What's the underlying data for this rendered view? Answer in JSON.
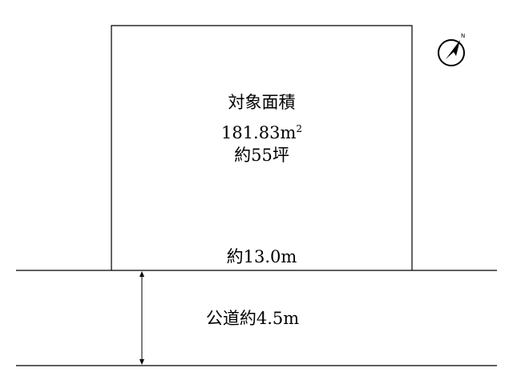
{
  "lot": {
    "title": "対象面積",
    "area_value": "181.83",
    "area_unit": "m",
    "area_unit_sup": "2",
    "tsubo": "約55坪"
  },
  "frontage": {
    "label": "約13.0m"
  },
  "road": {
    "label": "公道約4.5m"
  },
  "north": {
    "letter": "N"
  },
  "colors": {
    "line": "#000000",
    "background": "#ffffff"
  }
}
